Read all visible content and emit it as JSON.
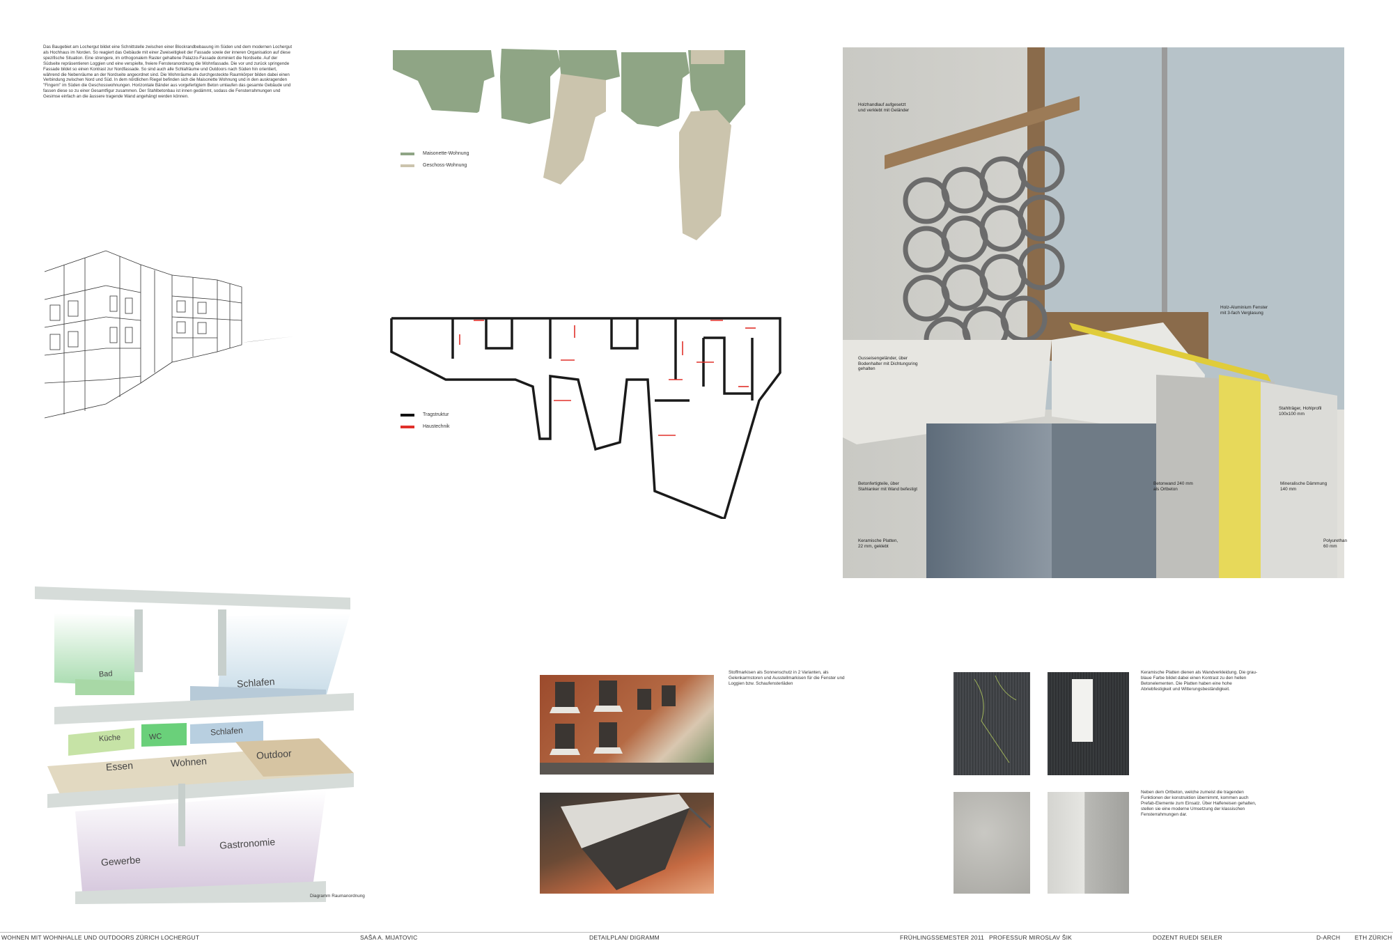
{
  "intro_text": "Das Baugebiet am Lochergut bildet eine Schnittstelle zwischen einer Blockrandbebauung im Süden und dem modernen Lochergut als Hochhaus im Norden. So reagiert das Gebäude mit einer Zweiseitigkeit der Fassade sowie der inneren Organisation auf diese spezifische Situation. Eine strengere, im orthogonalem Raster gehaltene Palazzo-Fassade dominiert die Nordseite. Auf der Südseite repräsentieren Loggien und eine verspielte, freiere Fensteranordnung die Wohnfassade. Die vor und zurück springende Fassade bildet so einen Kontrast zur Nordfassade. So sind auch alle Schlafräume und Outdoors nach Süden hin orientiert, während die Nebenräume an der Nordseite angeordnet sind. Die Wohnräume als durchgesteckte Raumkörper bilden dabei einen Verbindung zwischen Nord und Süd. In dem nördlichen Riegel befinden sich die Maisonette Wohnung und in den auskragenden \"Fingern\" im Süden die Geschosswohnungen. Horizontale Bänder aus vorgefertigtem Beton umlaufen das gesamte Gebäude und fassen diese so zu einer Gesamtfigur zusammen. Der Stahlbetonbau ist innen gedämmt, sodass die Fensterrahmungen und Gesimse einfach an die äussere tragende Wand angehängt werden können.",
  "plan_legend": [
    {
      "label": "Maisonette-Wohnung",
      "color": "#8fa585"
    },
    {
      "label": "Geschoss-Wohnung",
      "color": "#cbc4ad"
    }
  ],
  "structure_legend": [
    {
      "label": "Tragstruktur",
      "color": "#111111"
    },
    {
      "label": "Haustechnik",
      "color": "#e0302a"
    }
  ],
  "diagram_spaces": {
    "bad": "Bad",
    "schlafen_top": "Schlafen",
    "kueche": "Küche",
    "wc": "WC",
    "schlafen_mid": "Schlafen",
    "essen": "Essen",
    "wohnen": "Wohnen",
    "outdoor": "Outdoor",
    "gewerbe": "Gewerbe",
    "gastronomie": "Gastronomie"
  },
  "diagram_caption": "Diagramm Raumanordnung",
  "detail_labels": {
    "handlauf": "Holzhandlauf aufgesetzt\nund verklebt mit Geländer",
    "fenster": "Holz-Aluminium Fenster\nmit 3-fach Verglasung",
    "gelaender": "Gusseisengeländer, über\nBodenhalter mit Dichtungsring\ngehalten",
    "stahltraeger": "Stahlträger, Hohlprofil\n100x100 mm",
    "betonfertigteile": "Betonfertigteile, über\nStahlanker mit Wand befestigt",
    "betonwand": "Betonwand 240 mm\nals Ortbeton",
    "daemmung": "Mineralische Dämmung\n140 mm",
    "keramik": "Keramische Platten,\n22 mm, geklebt",
    "polyurethan": "Polyurethan\n60 mm"
  },
  "caption_markisen": "Stoffmarkisen als Sonnenschutz in 2 Varianten, als Gelenkarmstoren und Ausstellmarkisen für die Fenster und Loggien bzw. Schaufensterläden",
  "caption_keramik": "Keramische Platten dienen als Wandverkleidung. Die grau-blaue Farbe bildet dabei einen Kontrast zu den hellen Betonelementen. Die Platten haben eine hohe Abriebfestigkeit und Witterungsbeständigkeit.",
  "caption_ortbeton": "Neben dem Ortbeton, welche zumeist die tragenden Funktionen der konstruktion übernimmt, kommen auch Prefab-Elemente zum Einsatz. Über Halfeneisen gehalten, stellen sie eine moderne Umsetzung der klassischen Fensterrahmungen dar.",
  "footer": {
    "project": "WOHNEN MIT WOHNHALLE UND OUTDOORS ZÜRICH LOCHERGUT",
    "author": "SAŠA A. MIJATOVIC",
    "sheet": "DETAILPLAN/ DIGRAMM",
    "semester": "FRÜHLINGSSEMESTER  2011",
    "professor": "PROFESSUR  MIROSLAV ŠIK",
    "dozent": "DOZENT RUEDI SEILER",
    "dept": "D-ARCH",
    "school": "ETH ZÜRICH"
  },
  "colors": {
    "maisonette": "#8fa585",
    "geschoss": "#cbc4ad",
    "tragstruktur": "#111111",
    "haustechnik": "#e0302a"
  }
}
